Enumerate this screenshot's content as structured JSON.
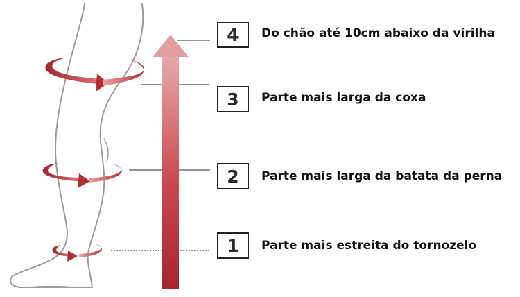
{
  "colors": {
    "arrow_dark": "#b02a2e",
    "arrow_light": "#e3a4a6",
    "leg_outline": "#9a9a9a",
    "leader_line": "#555555"
  },
  "measurements": [
    {
      "number": "4",
      "label": "Do chão até 10cm abaixo da virilha"
    },
    {
      "number": "3",
      "label": "Parte mais larga da coxa"
    },
    {
      "number": "2",
      "label": "Parte mais larga da batata da perna"
    },
    {
      "number": "1",
      "label": "Parte mais estreita do tornozelo"
    }
  ],
  "icons": [
    "vertical-arrow-icon",
    "circumference-arrow-icon",
    "leg-outline-icon"
  ]
}
